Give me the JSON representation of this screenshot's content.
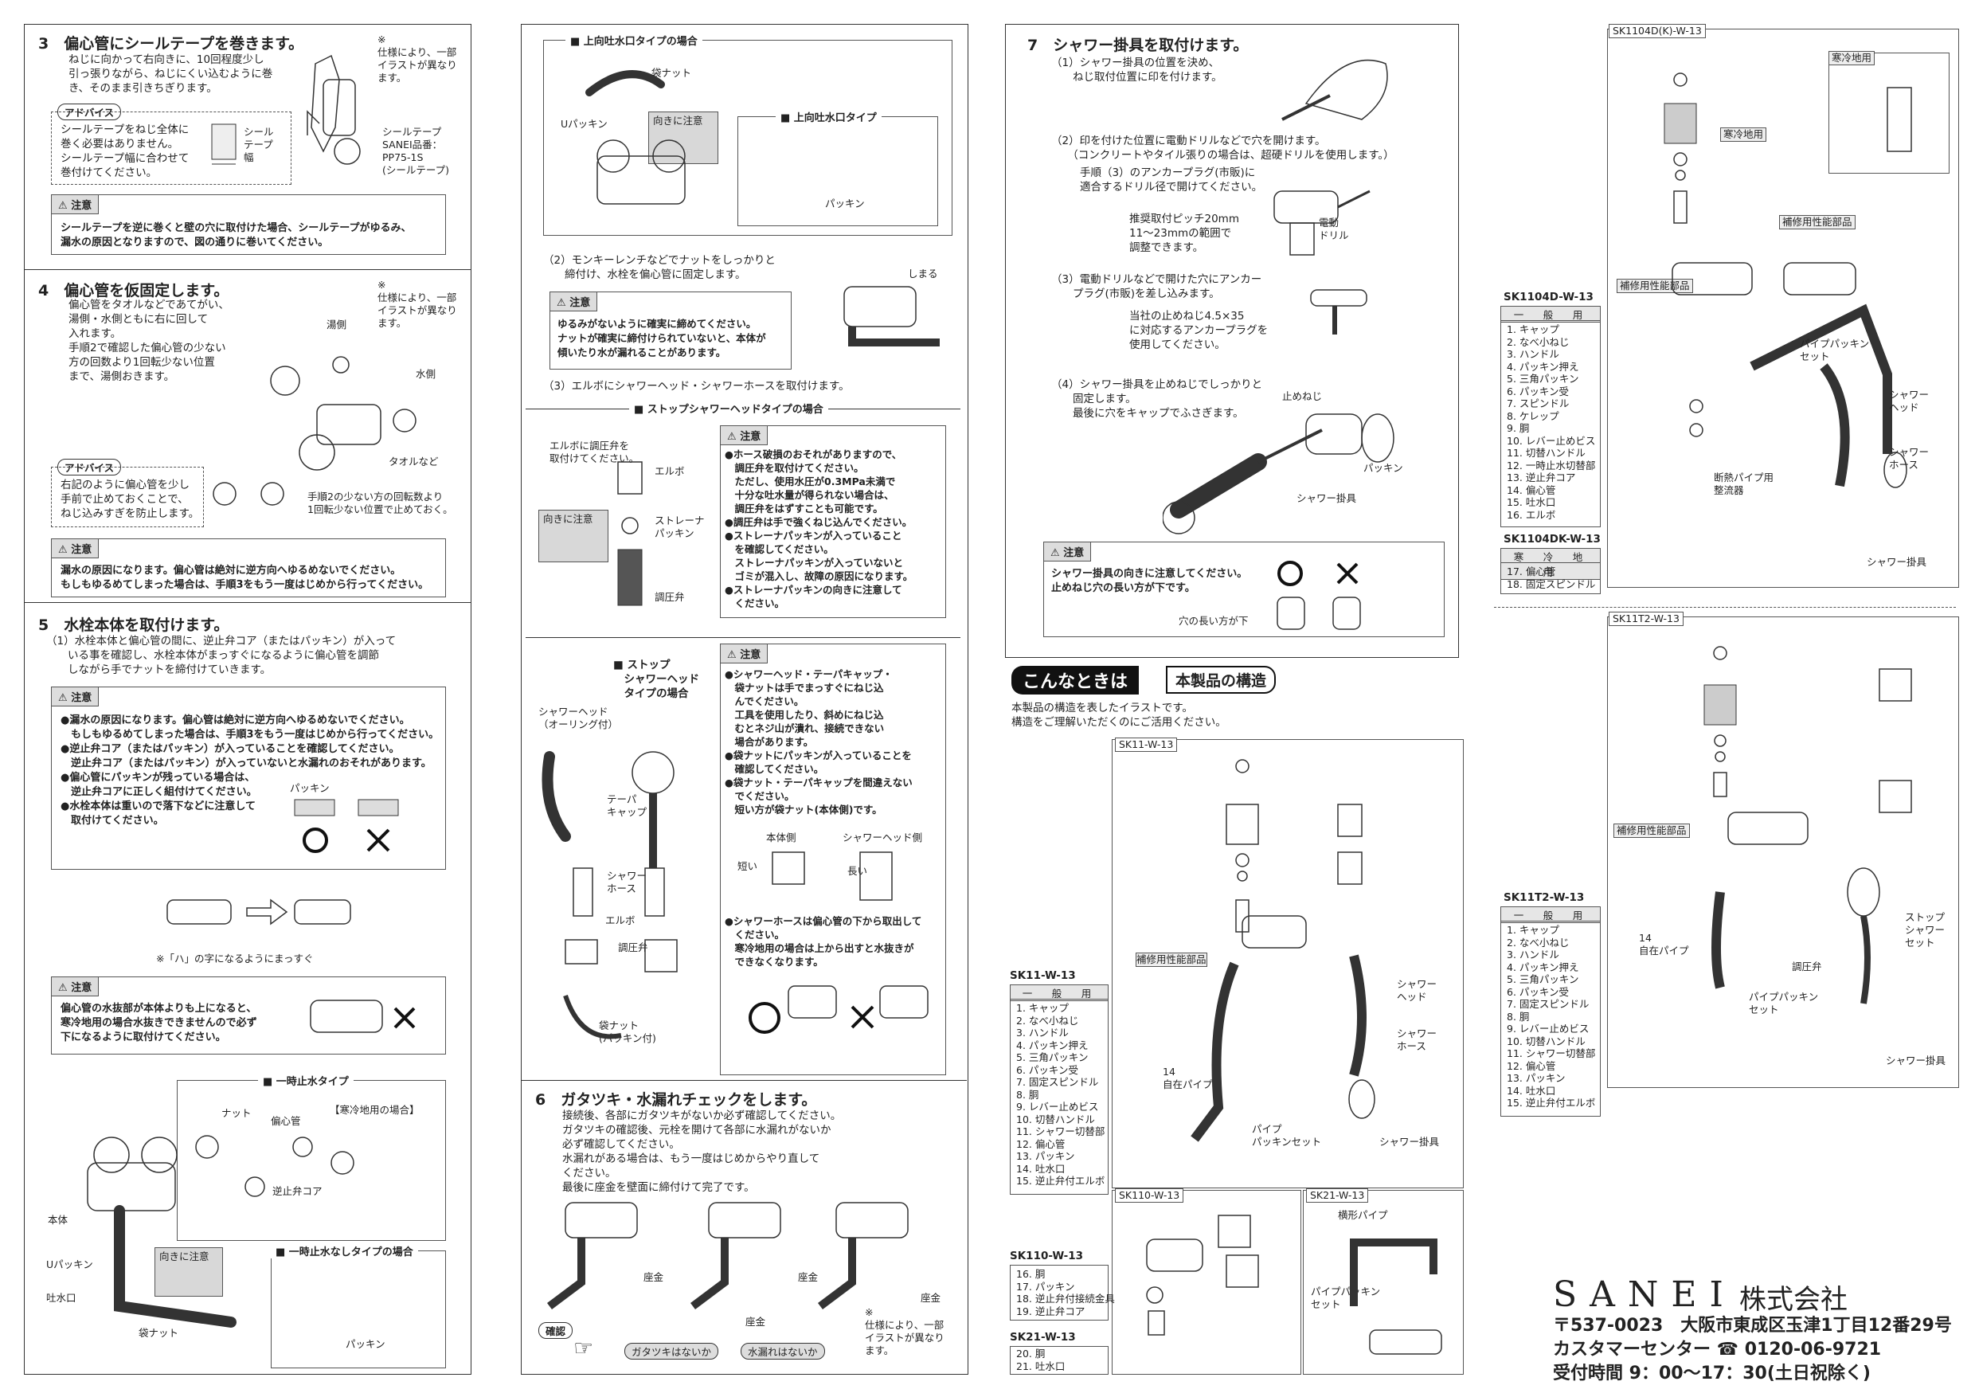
{
  "step3": {
    "title": "3　偏心管にシールテープを巻きます。",
    "body": "ねじに向かって右向きに、10回程度少し\n引っ張りながら、ねじにくい込むように巻\nき、そのまま引きちぎります。",
    "note": "※\n仕様により、一部\nイラストが異なり\nます。",
    "advice_label": "アドバイス",
    "advice_text": "シールテープをねじ全体に\n巻く必要はありません。\nシールテープ幅に合わせて\n巻付けてください。",
    "tape_label": "シール\nテープ\n幅",
    "product": "シールテープ\nSANEI品番：\nPP75-1S\n(シールテープ)",
    "caution_label": "注意",
    "caution_text": "シールテープを逆に巻くと壁の穴に取付けた場合、シールテープがゆるみ、\n漏水の原因となりますので、図の通りに巻いてください。"
  },
  "step4": {
    "title": "4　偏心管を仮固定します。",
    "body": "偏心管をタオルなどであてがい、\n湯側・水側ともに右に回して\n入れます。\n手順2で確認した偏心管の少ない\n方の回数より1回転少ない位置\nまで、湯側おきます。",
    "note": "※\n仕様により、一部\nイラストが異なり\nます。",
    "label_hot": "湯側",
    "label_cold": "水側",
    "label_towel": "タオルなど",
    "advice_label": "アドバイス",
    "advice_text": "右記のように偏心管を少し\n手前で止めておくことで、\nねじ込みすぎを防止します。",
    "advice_side": "手順2の少ない方の回転数より\n1回転少ない位置で止めておく。",
    "caution_label": "注意",
    "caution_text": "漏水の原因になります。偏心管は絶対に逆方向へゆるめないでください。\nもしもゆるめてしまった場合は、手順3をもう一度はじめから行ってください。"
  },
  "step5": {
    "title": "5　水栓本体を取付けます。",
    "body": "（1）水栓本体と偏心管の間に、逆止弁コア（またはパッキン）が入って\n　　いる事を確認し、水栓本体がまっすぐになるように偏心管を調節\n　　しながら手でナットを締付けていきます。",
    "caution_label": "注意",
    "caution_text": "●漏水の原因になります。偏心管は絶対に逆方向へゆるめないでください。\n　もしもゆるめてしまった場合は、手順3をもう一度はじめから行ってください。\n●逆止弁コア（またはパッキン）が入っていることを確認してください。\n　逆止弁コア（またはパッキン）が入っていないと水漏れのおそれがあります。\n●偏心管にパッキンが残っている場合は、\n　逆止弁コアに正しく組付けてください。\n●水栓本体は重いので落下などに注意して\n　取付けてください。",
    "packing": "パッキン",
    "hachi_note": "※「ハ」の字になるようにまっすぐ",
    "caution2_label": "注意",
    "caution2_text": "偏心管の水抜部が本体よりも上になると、\n寒冷地用の場合水抜きできませんので必ず\n下になるように取付けてください。",
    "stop_type": "■ 一時止水タイプ",
    "cold_case": "【寒冷地用の場合】",
    "nut": "ナット",
    "eccentric": "偏心管",
    "check_valve": "逆止弁コア",
    "body_label": "本体",
    "u_packing": "Uパッキン",
    "direction": "向きに注意",
    "spout": "吐水口",
    "bag_nut": "袋ナット",
    "no_stop_type": "■ 一時止水なしタイプの場合",
    "packing2": "パッキン"
  },
  "col2": {
    "up_spout_case": "■ 上向吐水口タイプの場合",
    "bag_nut": "袋ナット",
    "u_packing": "Uパッキン",
    "direction": "向きに注意",
    "up_spout_type": "■ 上向吐水口タイプ",
    "packing": "パッキン",
    "step2": "（2）モンキーレンチなどでナットをしっかりと\n　　締付け、水栓を偏心管に固定します。",
    "tighten": "しまる",
    "caution_label": "注意",
    "caution_text": "ゆるみがないように確実に締めてください。\nナットが確実に締付けられていないと、本体が\n傾いたり水が漏れることがあります。",
    "step3": "（3）エルボにシャワーヘッド・シャワーホースを取付けます。",
    "stop_head_type": "■ ストップシャワーヘッドタイプの場合",
    "stop_intro": "エルボに調圧弁を\n取付けてください。",
    "elbow": "エルボ",
    "direction2": "向きに注意",
    "strainer": "ストレーナ\nパッキン",
    "regulator": "調圧弁",
    "caution2_label": "注意",
    "caution2_text": "●ホース破損のおそれがありますので、\n　調圧弁を取付けてください。\n　ただし、使用水圧が0.3MPa未満で\n　十分な吐水量が得られない場合は、\n　調圧弁をはずすことも可能です。\n●調圧弁は手で強くねじ込んでください。\n●ストレーナパッキンが入っていること\n　を確認してください。\n　ストレーナパッキンが入っていないと\n　ゴミが混入し、故障の原因になります。\n●ストレーナパッキンの向きに注意して\n　ください。",
    "stop_head_type2": "■ ストップ\n　シャワーヘッド\n　タイプの場合",
    "shower_head": "シャワーヘッド\n（オーリング付）",
    "taper_cap": "テーパ\nキャップ",
    "shower_hose": "シャワー\nホース",
    "elbow2": "エルボ",
    "regulator2": "調圧弁",
    "bag_nut2": "袋ナット\n(パッキン付)",
    "caution3_label": "注意",
    "caution3_text": "●シャワーヘッド・テーパキャップ・\n　袋ナットは手でまっすぐにねじ込\n　んでください。\n　工具を使用したり、斜めにねじ込\n　むとネジ山が潰れ、接続できない\n　場合があります。\n●袋ナットにパッキンが入っていることを\n　確認してください。\n●袋ナット・テーパキャップを間違えない\n　でください。\n　短い方が袋ナット(本体側)です。",
    "body_side": "本体側",
    "head_side": "シャワーヘッド側",
    "short": "短い",
    "long": "長い",
    "caution4_text": "●シャワーホースは偏心管の下から取出して\n　ください。\n　寒冷地用の場合は上から出すと水抜きが\n　できなくなります。",
    "step6_title": "6　ガタツキ・水漏れチェックをします。",
    "step6_body": "接続後、各部にガタツキがないか必ず確認してください。\nガタツキの確認後、元栓を開けて各部に水漏れがないか\n必ず確認してください。\n水漏れがある場合は、もう一度はじめからやり直して\nください。\n最後に座金を壁面に締付けて完了です。",
    "washer": "座金",
    "confirm": "確認",
    "check1": "ガタツキはないか",
    "check2": "水漏れはないか",
    "note": "※\n仕様により、一部\nイラストが異なり\nます。"
  },
  "col3": {
    "step7_title": "7　シャワー掛具を取付けます。",
    "s1": "（1）シャワー掛具の位置を決め、\n　　ねじ取付位置に印を付けます。",
    "s2": "（2）印を付けた位置に電動ドリルなどで穴を開けます。\n　　（コンクリートやタイル張りの場合は、超硬ドリルを使用します。）",
    "s2b": "手順（3）のアンカープラグ(市販)に\n適合するドリル径で開けてください。",
    "pitch": "推奨取付ピッチ20mm\n11～23mmの範囲で\n調整できます。",
    "drill": "電動\nドリル",
    "s3": "（3）電動ドリルなどで開けた穴にアンカー\n　　プラグ(市販)を差し込みます。",
    "s3b": "当社の止めねじ4.5×35\nに対応するアンカープラグを\n使用してください。",
    "s4": "（4）シャワー掛具を止めねじでしっかりと\n　　固定します。\n　　最後に穴をキャップでふさぎます。",
    "screw": "止めねじ",
    "packing": "パッキン",
    "holder": "シャワー掛具",
    "caution_label": "注意",
    "caution_text": "シャワー掛具の向きに注意してください。\n止めねじ穴の長い方が下です。",
    "long_side": "穴の長い方が下",
    "banner1": "こんなときは",
    "banner2": "本製品の構造",
    "intro": "本製品の構造を表したイラストです。\n構造をご理解いただくのにご活用ください。",
    "sk11_title": "SK11-W-13",
    "sk11_table_title": "SK11-W-13",
    "general": "一　般　用",
    "sk11_parts": "1. キャップ\n2. なべ小ねじ\n3. ハンドル\n4. パッキン押え\n5. 三角パッキン\n6. パッキン受\n7. 固定スピンドル\n8. 胴\n9. レバー止めビス\n10. 切替ハンドル\n11. シャワー切替部\n12. 偏心管\n13. パッキン\n14. 吐水口\n15. 逆止弁付エルボ",
    "repair": "補修用性能部品",
    "free_pipe": "14\n自在パイプ",
    "pipe_packing": "パイプ\nパッキンセット",
    "shower_head": "シャワー\nヘッド",
    "shower_hose": "シャワー\nホース",
    "holder2": "シャワー掛具",
    "sk110_title": "SK110-W-13",
    "sk110_parts": "16. 胴\n17. パッキン\n18. 逆止弁付接続金具\n19. 逆止弁コア",
    "sk21_title": "SK21-W-13",
    "sk21_parts": "20. 胴\n21. 吐水口",
    "sk110_box": "SK110-W-13",
    "sk21_box": "SK21-W-13",
    "horizontal_pipe": "横形パイプ",
    "pipe_packing2": "パイプパッキン\nセット"
  },
  "col4": {
    "sk1104_box": "SK1104D(K)-W-13",
    "cold_use": "寒冷地用",
    "cold_use2": "寒冷地用",
    "repair": "補修用性能部品",
    "repair2": "補修用性能部品",
    "pipe_packing": "パイプパッキン\nセット",
    "insulation": "断熱パイプ用\n整流器",
    "shower_head": "シャワー\nヘッド",
    "shower_hose": "シャワー\nホース",
    "holder": "シャワー掛具",
    "sk1104_title": "SK1104D-W-13",
    "general": "一　般　用",
    "sk1104_parts": "1. キャップ\n2. なべ小ねじ\n3. ハンドル\n4. パッキン押え\n5. 三角パッキン\n6. パッキン受\n7. スピンドル\n8. ケレップ\n9. 胴\n10. レバー止めビス\n11. 切替ハンドル\n12. 一時止水切替部\n13. 逆止弁コア\n14. 偏心管\n15. 吐水口\n16. エルボ",
    "sk1104dk_title": "SK1104DK-W-13",
    "cold_header": "寒　冷　地　用",
    "sk1104dk_parts": "17. 偏心管\n18. 固定スピンドル",
    "sk11t2_box": "SK11T2-W-13",
    "repair3": "補修用性能部品",
    "sk11t2_title": "SK11T2-W-13",
    "general2": "一　般　用",
    "sk11t2_parts": "1. キャップ\n2. なべ小ねじ\n3. ハンドル\n4. パッキン押え\n5. 三角パッキン\n6. パッキン受\n7. 固定スピンドル\n8. 胴\n9. レバー止めビス\n10. 切替ハンドル\n11. シャワー切替部\n12. 偏心管\n13. パッキン\n14. 吐水口\n15. 逆止弁付エルボ",
    "free_pipe": "14\n自在パイプ",
    "pipe_packing2": "パイプパッキン\nセット",
    "stop_head": "ストップ\nシャワー\nセット",
    "regulator": "調圧弁",
    "holder2": "シャワー掛具",
    "company": "SANEI",
    "company_suffix": "株式会社",
    "address": "〒537-0023　大阪市東成区玉津1丁目12番29号",
    "center": "カスタマーセンター ☎ 0120-06-9721",
    "hours": "受付時間 9：00～17：30(土日祝除く)"
  }
}
